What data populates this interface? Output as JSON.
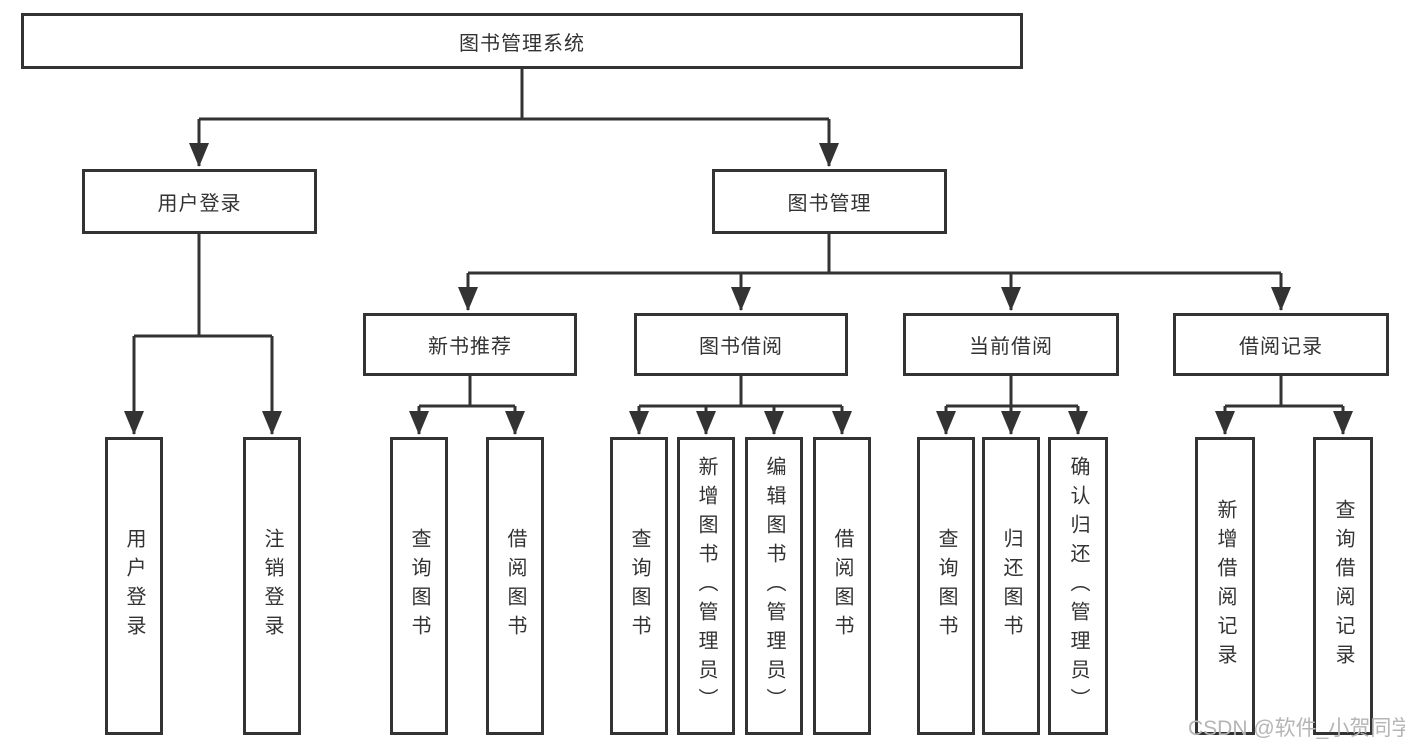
{
  "diagram": {
    "type": "hierarchy-tree",
    "tree": {
      "label": "图书管理系统",
      "children": [
        {
          "label": "用户登录",
          "children": [
            {
              "label": "用户登录"
            },
            {
              "label": "注销登录"
            }
          ]
        },
        {
          "label": "图书管理",
          "children": [
            {
              "label": "新书推荐",
              "children": [
                {
                  "label": "查询图书"
                },
                {
                  "label": "借阅图书"
                }
              ]
            },
            {
              "label": "图书借阅",
              "children": [
                {
                  "label": "查询图书"
                },
                {
                  "label": "新增图书（管理员）"
                },
                {
                  "label": "编辑图书（管理员）"
                },
                {
                  "label": "借阅图书"
                }
              ]
            },
            {
              "label": "当前借阅",
              "children": [
                {
                  "label": "查询图书"
                },
                {
                  "label": "归还图书"
                },
                {
                  "label": "确认归还（管理员）"
                }
              ]
            },
            {
              "label": "借阅记录",
              "children": [
                {
                  "label": "新增借阅记录"
                },
                {
                  "label": "查询借阅记录"
                }
              ]
            }
          ]
        }
      ]
    },
    "colors": {
      "line": "#333333",
      "box_border": "#333333",
      "text": "#333333",
      "background": "#ffffff",
      "watermark": "#b5b5b5"
    }
  },
  "watermark": {
    "text": "CSDN @软件_小贺同学"
  }
}
